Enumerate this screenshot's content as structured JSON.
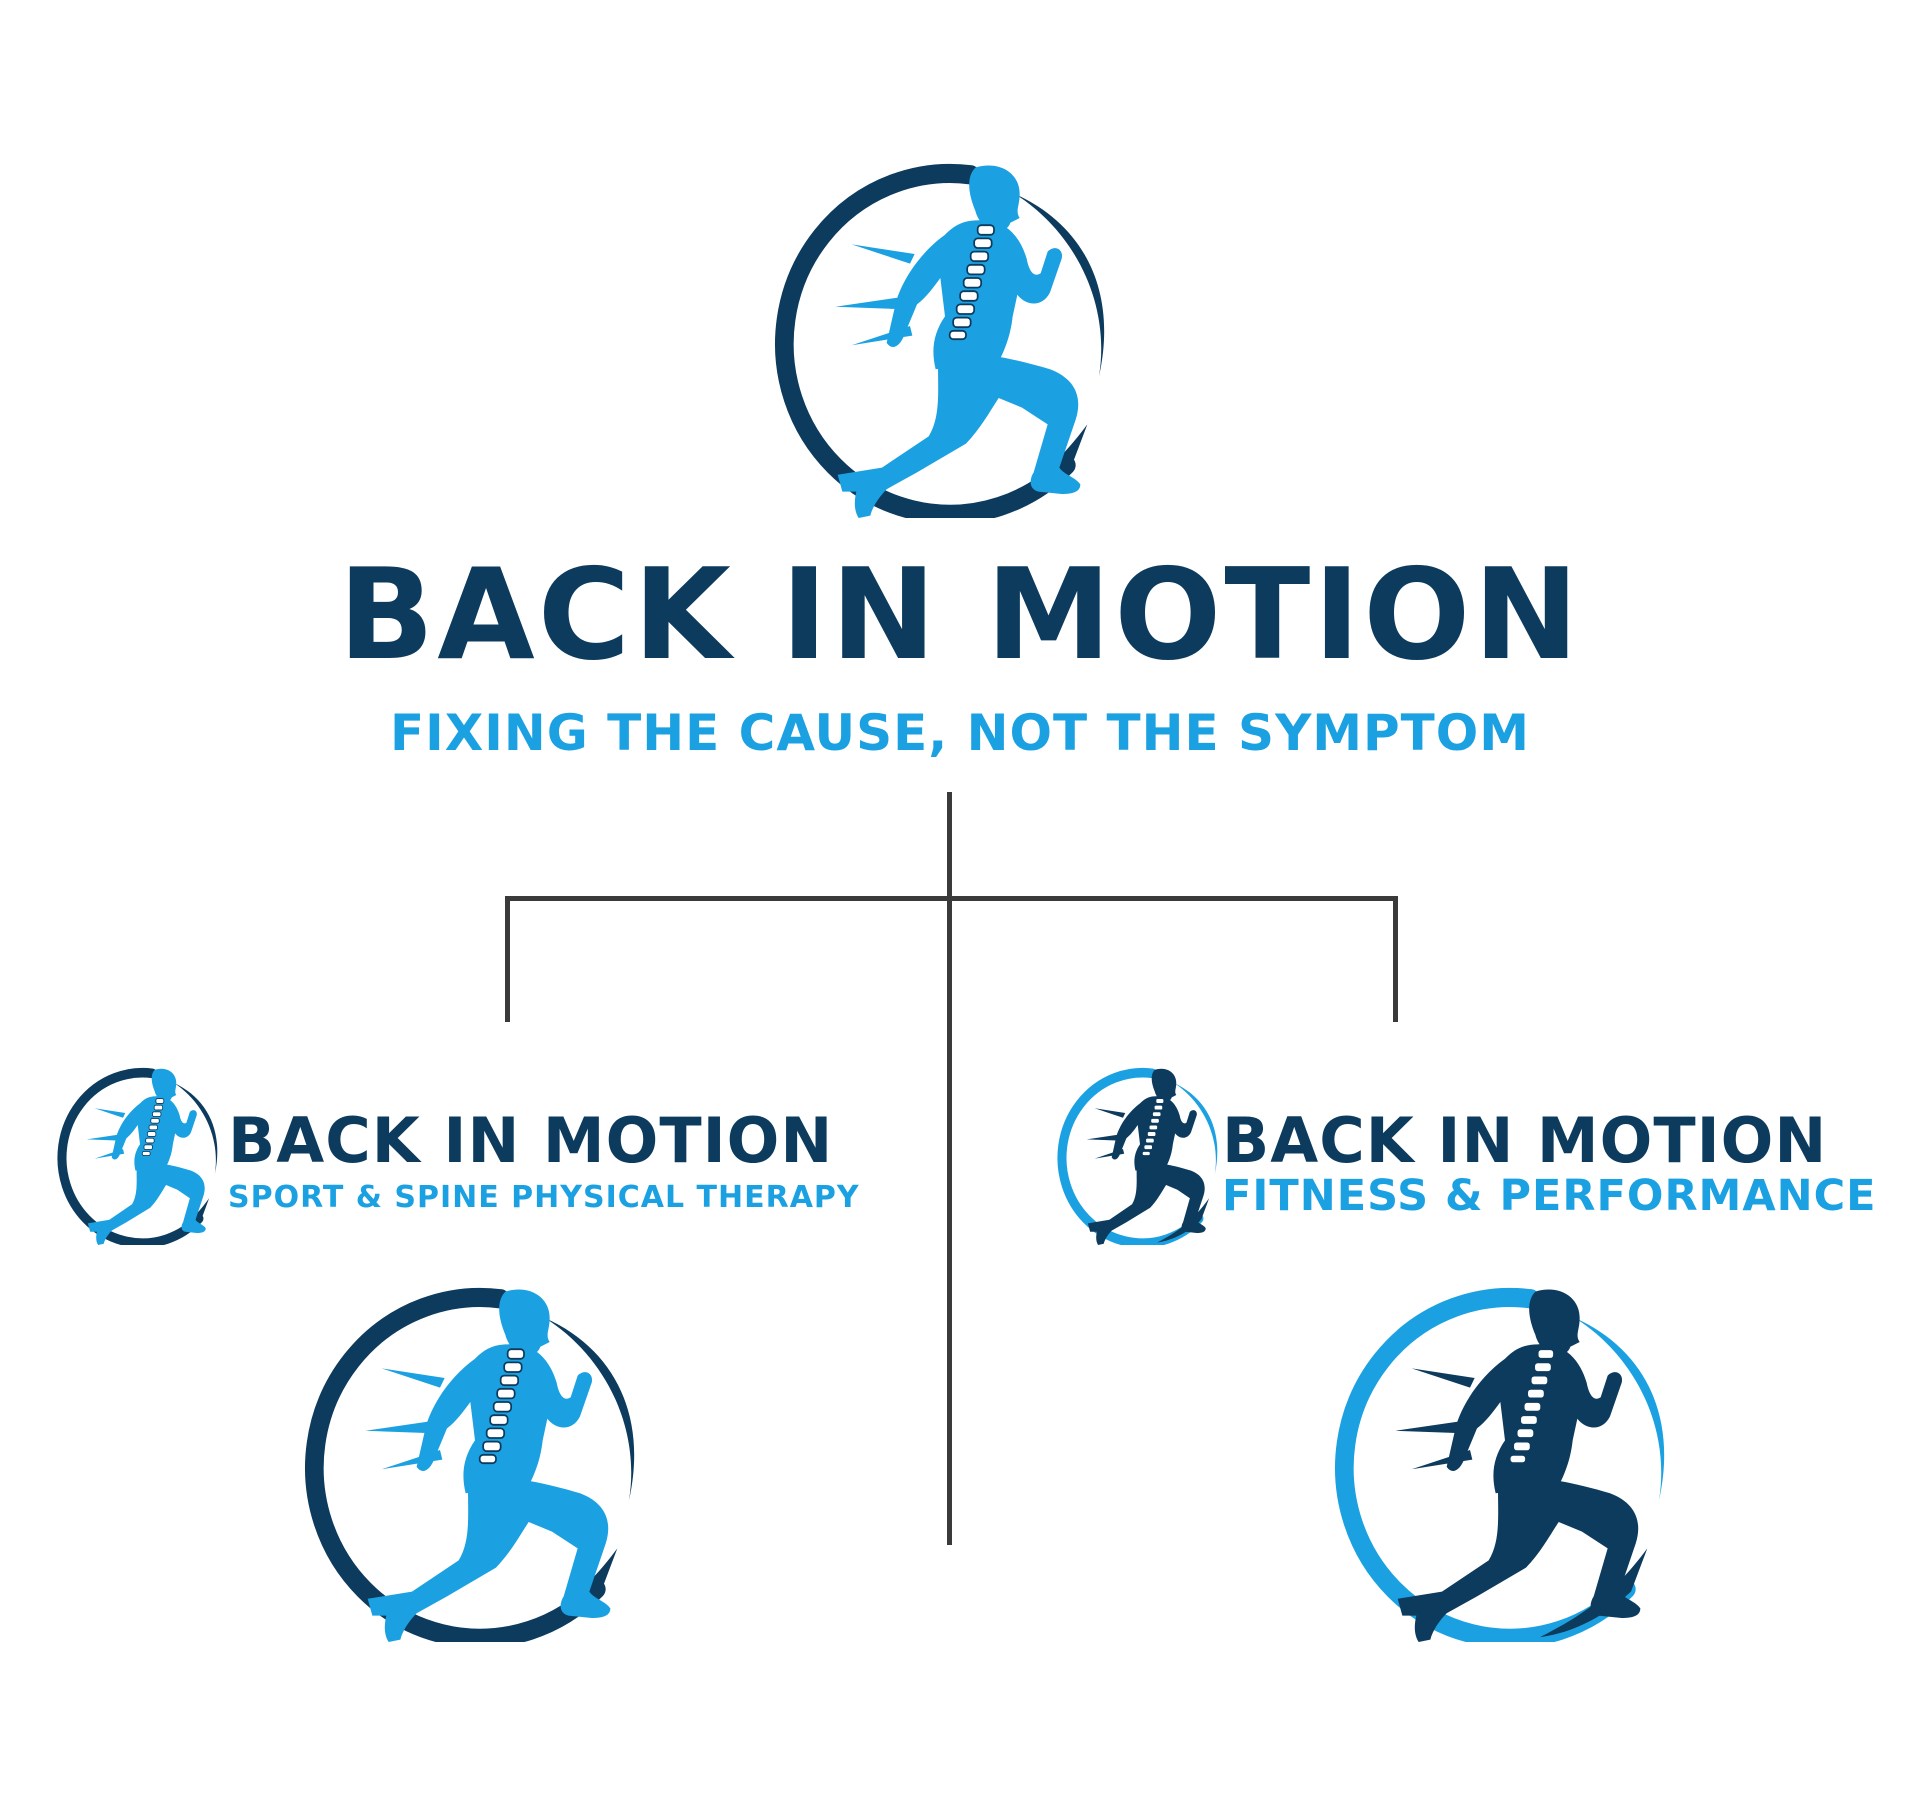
{
  "brand": {
    "name": "BACK IN MOTION",
    "tagline": "FIXING THE CAUSE, NOT THE SYMPTOM"
  },
  "branches": [
    {
      "name": "BACK IN MOTION",
      "tagline": "SPORT & SPINE PHYSICAL THERAPY"
    },
    {
      "name": "BACK IN MOTION",
      "tagline": "FITNESS & PERFORMANCE"
    }
  ],
  "colors": {
    "navy": "#0d3b5e",
    "light_blue": "#1ba1e2",
    "connector": "#3a3a3a"
  },
  "icons": [
    "runner-spine-logo-icon"
  ]
}
